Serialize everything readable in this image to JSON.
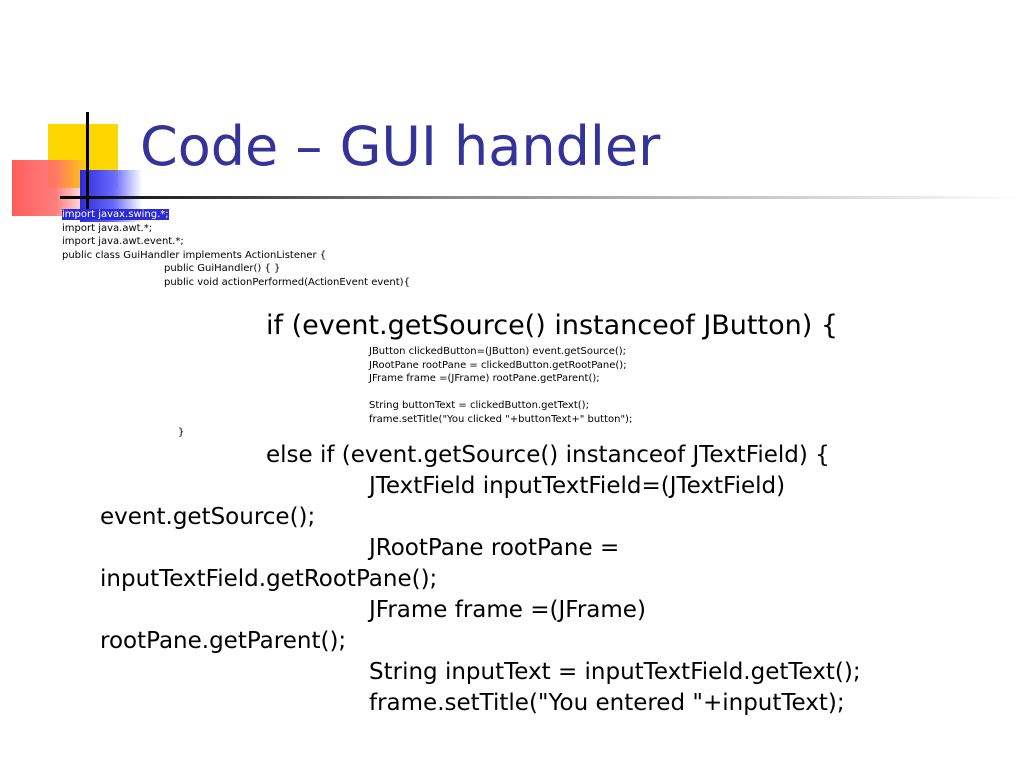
{
  "slide": {
    "title": "Code – GUI handler",
    "small_code": [
      "import javax.swing.*;",
      "import java.awt.*;",
      "import java.awt.event.*;",
      "public class GuiHandler implements ActionListener {",
      "public GuiHandler() { }",
      "public void actionPerformed(ActionEvent event){"
    ],
    "if_line": "if (event.getSource() instanceof JButton) {",
    "inner_small": [
      "JButton clickedButton=(JButton) event.getSource();",
      "JRootPane rootPane = clickedButton.getRootPane();",
      "JFrame frame =(JFrame) rootPane.getParent();",
      "",
      "String buttonText = clickedButton.getText();",
      "frame.setTitle(\"You clicked \"+buttonText+\" button\");"
    ],
    "close_brace": "}",
    "big_code": {
      "else_line": "else  if (event.getSource() instanceof JTextField) {",
      "line1a": "JTextField inputTextField=(JTextField)",
      "line1b": "event.getSource();",
      "line2a": "JRootPane rootPane =",
      "line2b": "inputTextField.getRootPane();",
      "line3a": "JFrame frame =(JFrame)",
      "line3b": "rootPane.getParent();",
      "line4": "String inputText = inputTextField.getText();",
      "line5": "frame.setTitle(\"You entered \"+inputText);"
    },
    "colors": {
      "title": "#333399",
      "deco_yellow": "#ffd700",
      "deco_blue": "#2b2bd6",
      "deco_red": "#ff4a4a"
    }
  }
}
